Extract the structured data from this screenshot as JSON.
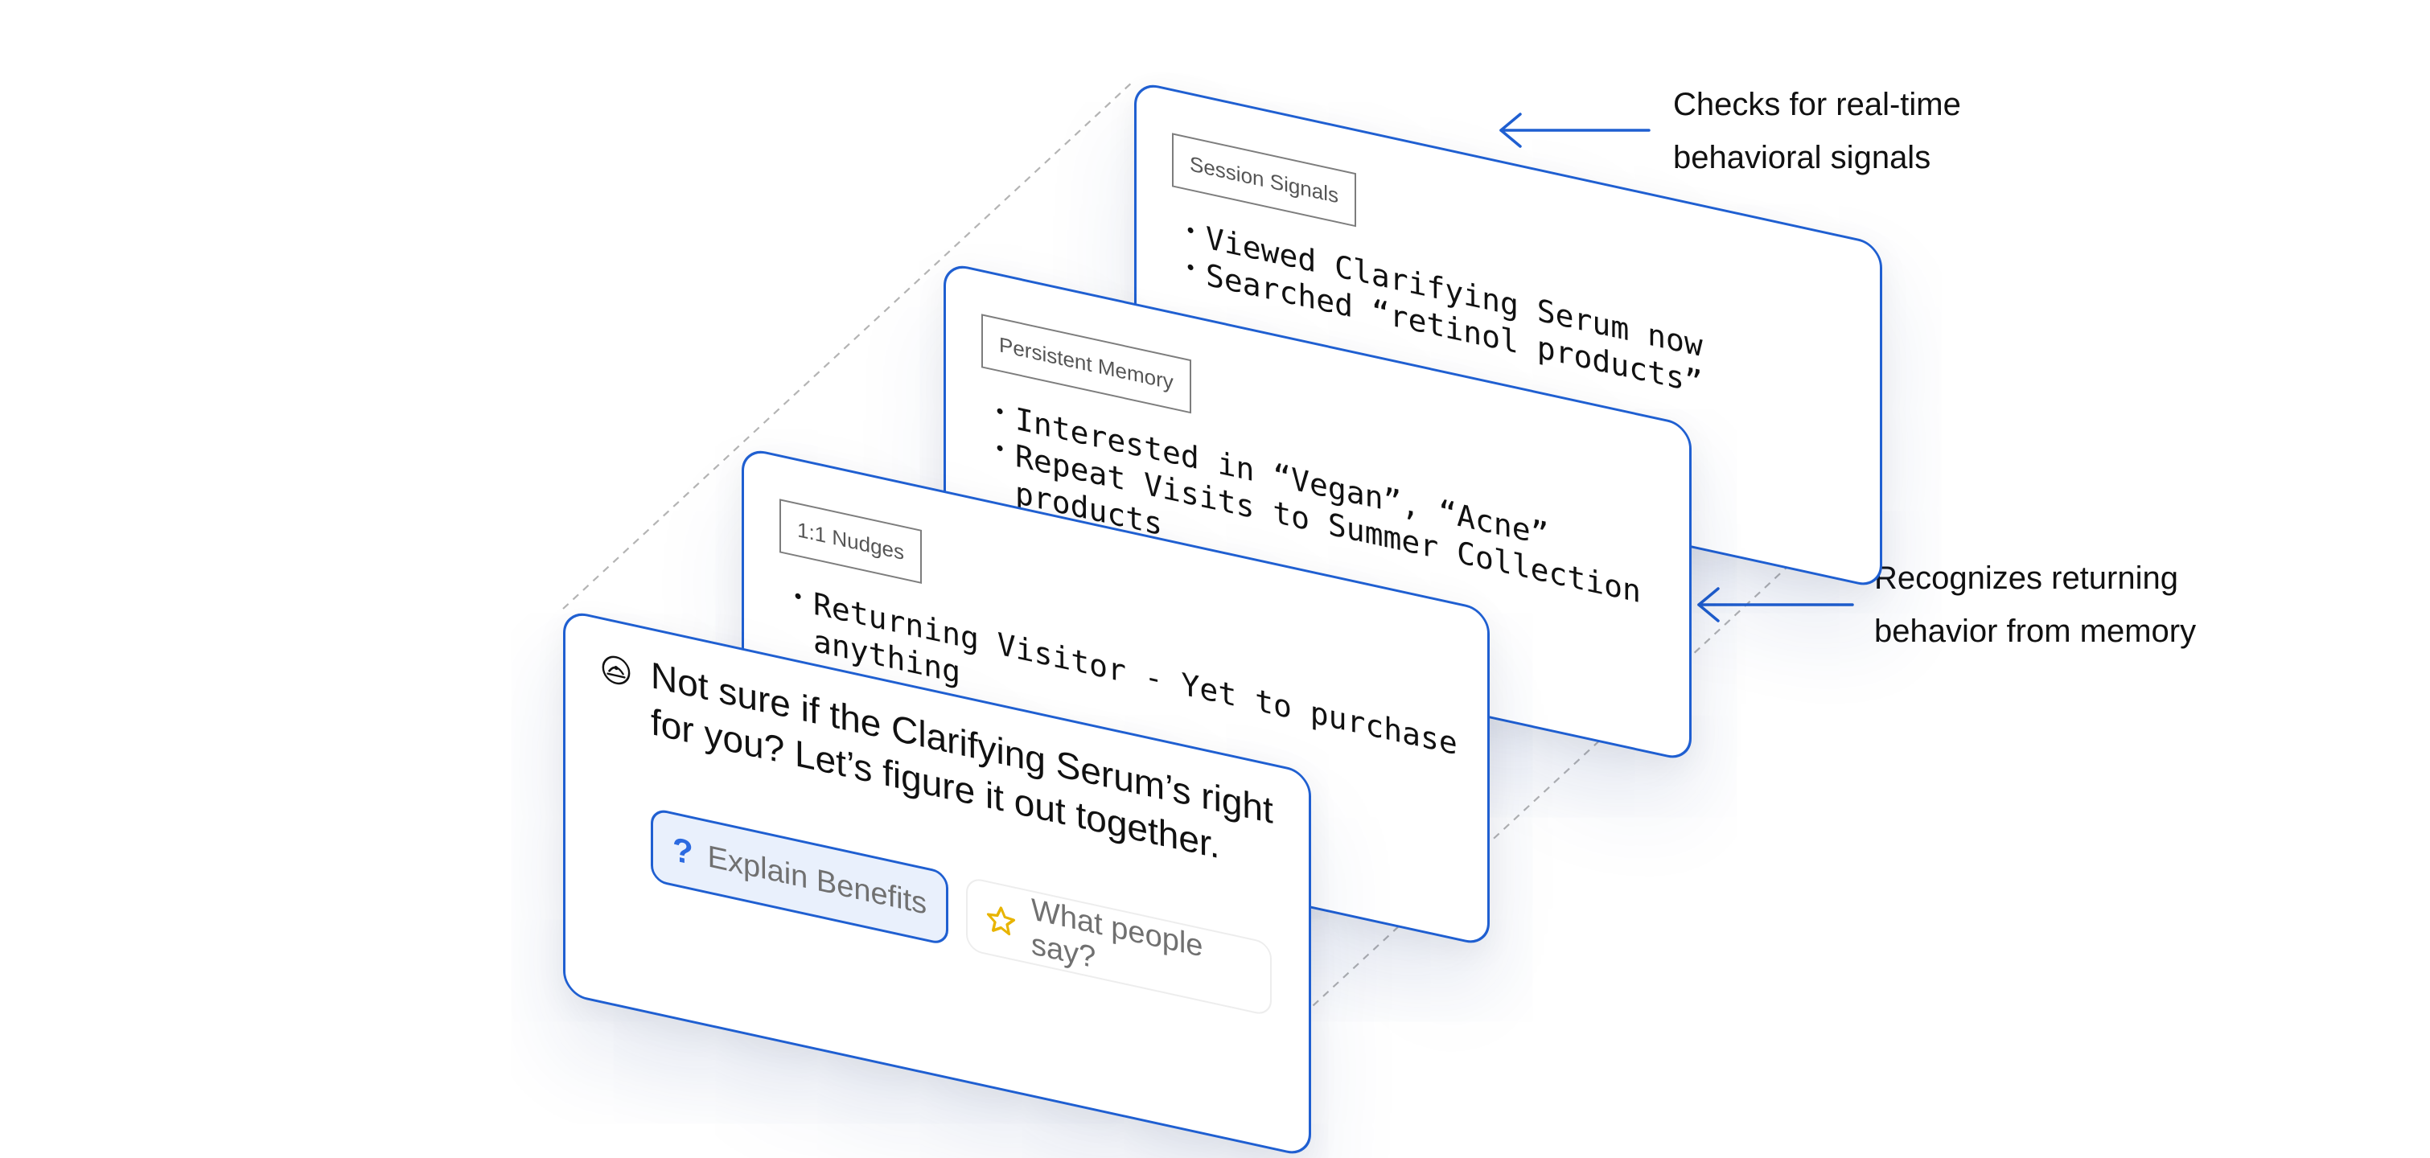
{
  "colors": {
    "accent": "#1f5fd1",
    "chip_fill": "#e9f0fc",
    "star": "#e8b400",
    "tag_border": "#7d7d7d"
  },
  "layers": {
    "session": {
      "tag": "Session Signals",
      "items": [
        "Viewed Clarifying Serum now",
        "Searched “retinol products”"
      ]
    },
    "memory": {
      "tag": "Persistent Memory",
      "items": [
        "Interested in “Vegan”, “Acne”",
        "Repeat Visits to Summer Collection products"
      ]
    },
    "nudges": {
      "tag": "1:1 Nudges",
      "items": [
        "Returning Visitor - Yet to purchase anything"
      ]
    },
    "chat": {
      "icon": "assistant-icon",
      "message": "Not sure if the Clarifying Serum’s right for you? Let’s figure it out together.",
      "buttons": [
        {
          "label": "Explain Benefits",
          "icon": "question-icon"
        },
        {
          "label": "What people say?",
          "icon": "star-icon"
        }
      ]
    }
  },
  "annotations": {
    "top": [
      "Checks for real-time",
      "behavioral signals"
    ],
    "middle": [
      "Recognizes returning",
      "behavior from memory"
    ]
  }
}
